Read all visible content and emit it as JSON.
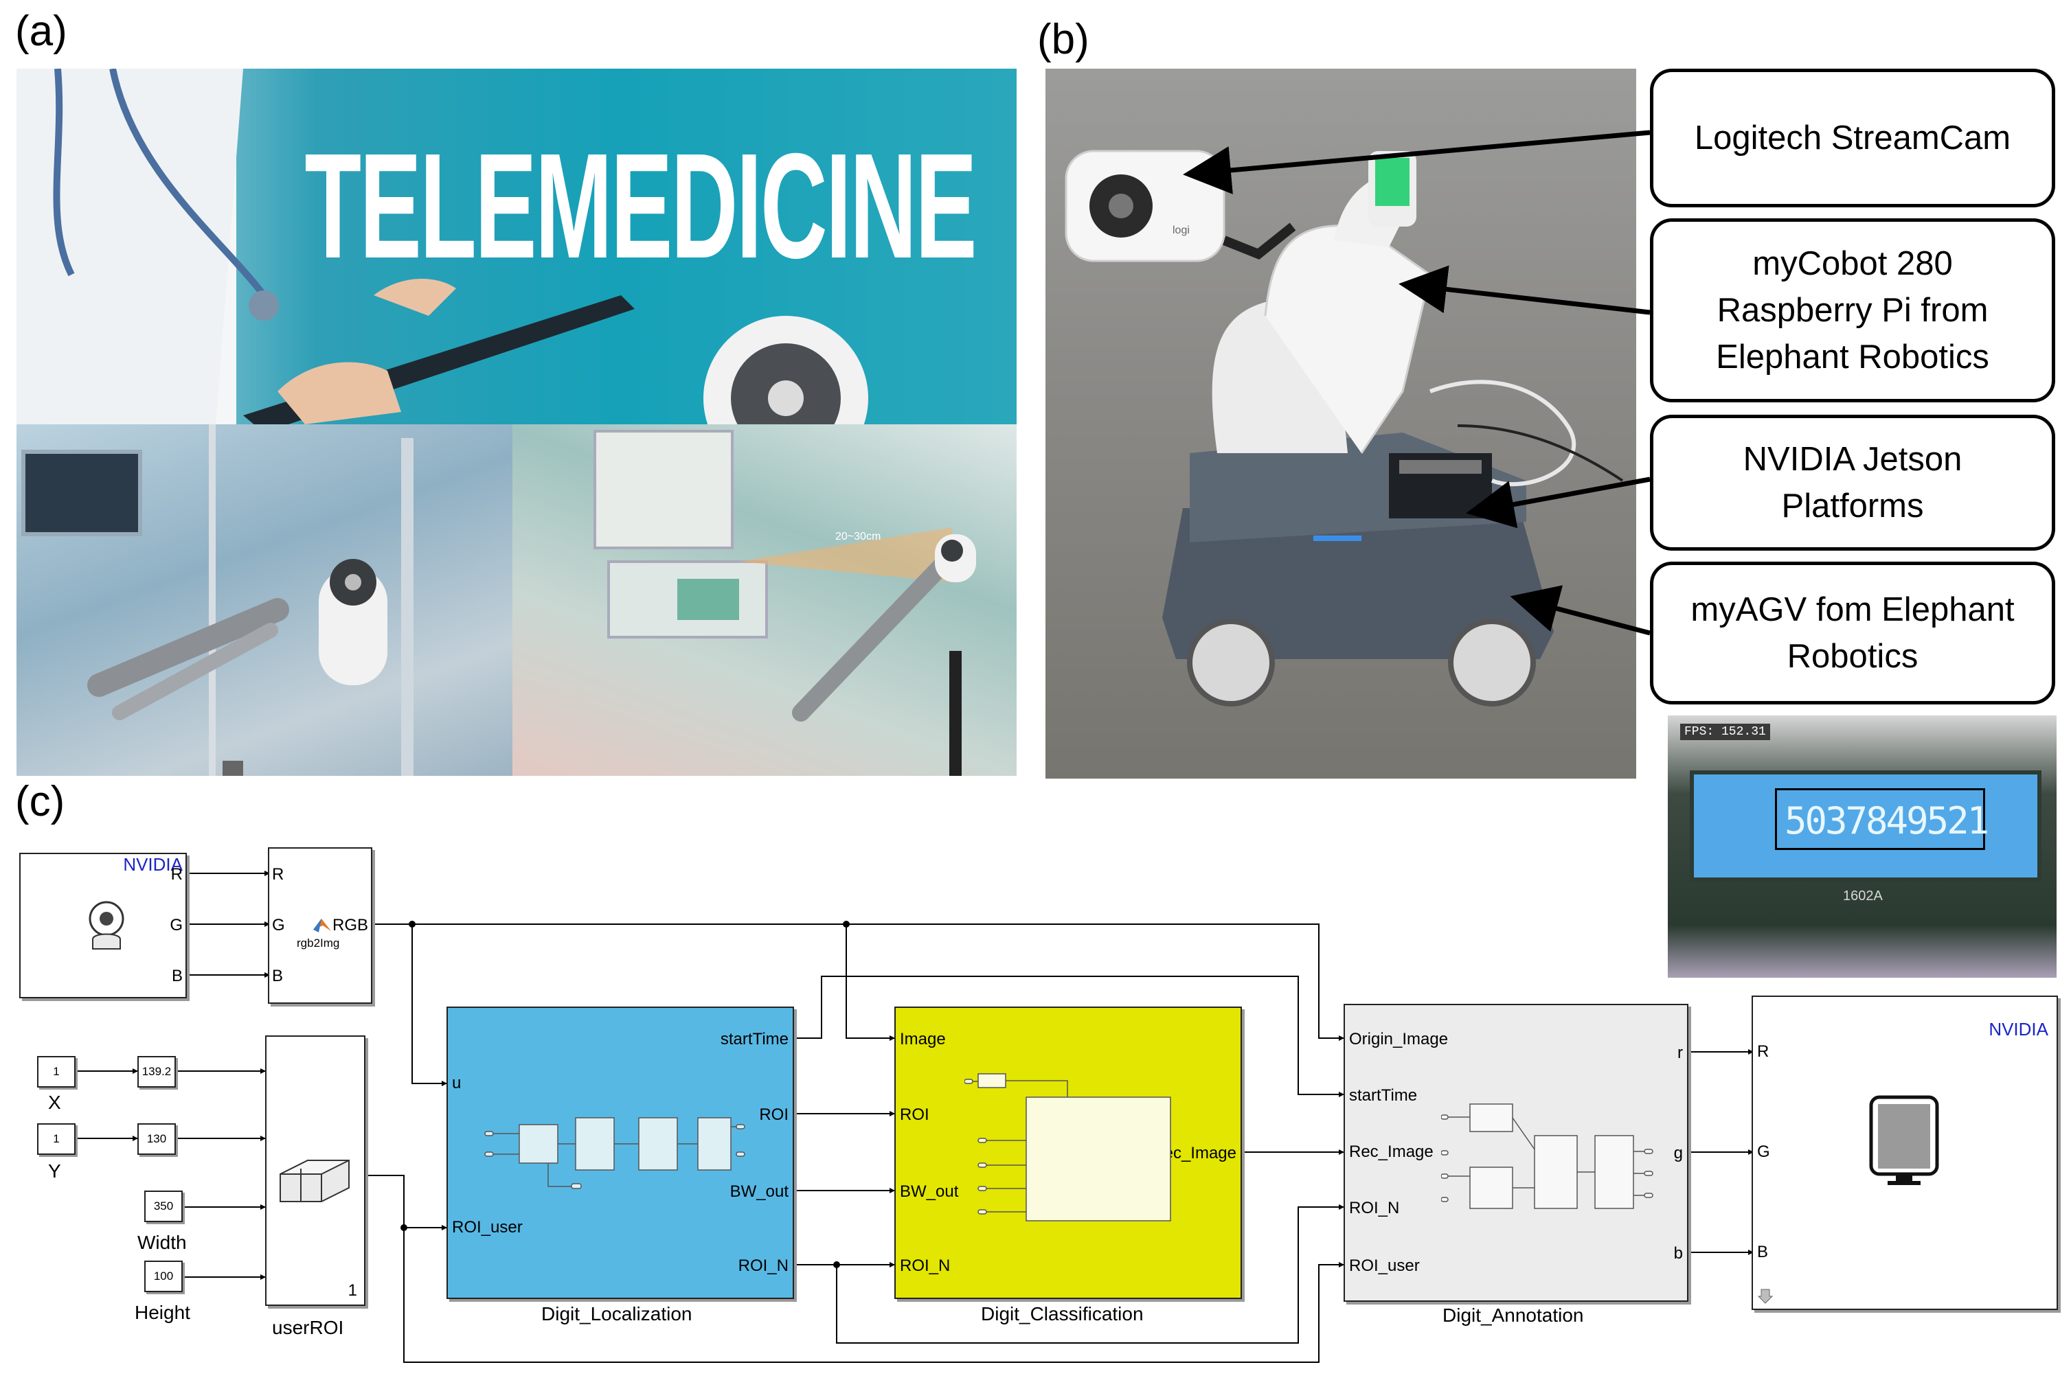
{
  "panels": {
    "a": {
      "label": "(a)",
      "banner_word": "TELEMEDICINE",
      "ward_distance_note": "20~30cm"
    },
    "b": {
      "label": "(b)",
      "callouts": [
        "Logitech StreamCam",
        "myCobot 280 Raspberry Pi from Elephant Robotics",
        "NVIDIA Jetson Platforms",
        "myAGV fom Elephant Robotics"
      ],
      "camera_brand": "logi",
      "lcd_fps": "FPS: 152.31",
      "lcd_digits": "5037849521",
      "lcd_model": "1602A"
    },
    "c": {
      "label": "(c)",
      "camera_block": {
        "vendor": "NVIDIA",
        "ports": [
          "R",
          "G",
          "B"
        ]
      },
      "rgb_block": {
        "inputs": [
          "R",
          "G",
          "B"
        ],
        "output": "RGB",
        "name": "rgb2Img"
      },
      "inputs": [
        {
          "const": "1",
          "gain": "139.2",
          "label": "X"
        },
        {
          "const": "1",
          "gain": "130",
          "label": "Y"
        },
        {
          "const": "350",
          "label": "Width"
        },
        {
          "const": "100",
          "label": "Height"
        }
      ],
      "user_roi": {
        "name": "userROI",
        "port": "1"
      },
      "localization": {
        "name": "Digit_Localization",
        "inputs": [
          "u",
          "ROI_user"
        ],
        "outputs": [
          "startTime",
          "ROI",
          "BW_out",
          "ROI_N"
        ]
      },
      "classification": {
        "name": "Digit_Classification",
        "inputs": [
          "Image",
          "ROI",
          "BW_out",
          "ROI_N"
        ],
        "output": "Rec_Image"
      },
      "annotation": {
        "name": "Digit_Annotation",
        "inputs": [
          "Origin_Image",
          "startTime",
          "Rec_Image",
          "ROI_N",
          "ROI_user"
        ],
        "outputs": [
          "r",
          "g",
          "b"
        ]
      },
      "display_block": {
        "vendor": "NVIDIA",
        "ports": [
          "R",
          "G",
          "B"
        ]
      }
    }
  },
  "colors": {
    "localization_fill": "#58b8e4",
    "classification_fill": "#e2e600",
    "annotation_fill": "#ececec",
    "nvidia_text": "#1a25c8"
  }
}
